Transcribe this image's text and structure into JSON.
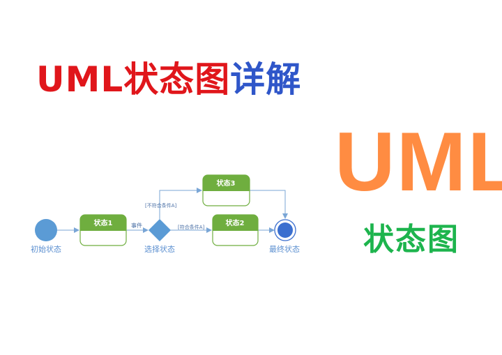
{
  "title": {
    "part_red": "UML状态图",
    "part_blue": "详解"
  },
  "side": {
    "big_text": "UML",
    "sub_text": "状态图"
  },
  "diagram": {
    "initial_label": "初始状态",
    "state1": "状态1",
    "event_label": "事件",
    "choice_label": "选择状态",
    "guard_not_a": "[不符合条件A]",
    "guard_a": "[符合条件A]",
    "state2": "状态2",
    "state3": "状态3",
    "final_label": "最终状态"
  },
  "colors": {
    "title_red": "#e0161b",
    "title_blue": "#2f56c9",
    "orange": "#ff8c42",
    "green_text": "#1db44d",
    "state_header": "#6fae3f",
    "node_blue": "#5b9bd5",
    "final_blue": "#3b6fcf",
    "arrow": "#7aa6d6"
  }
}
